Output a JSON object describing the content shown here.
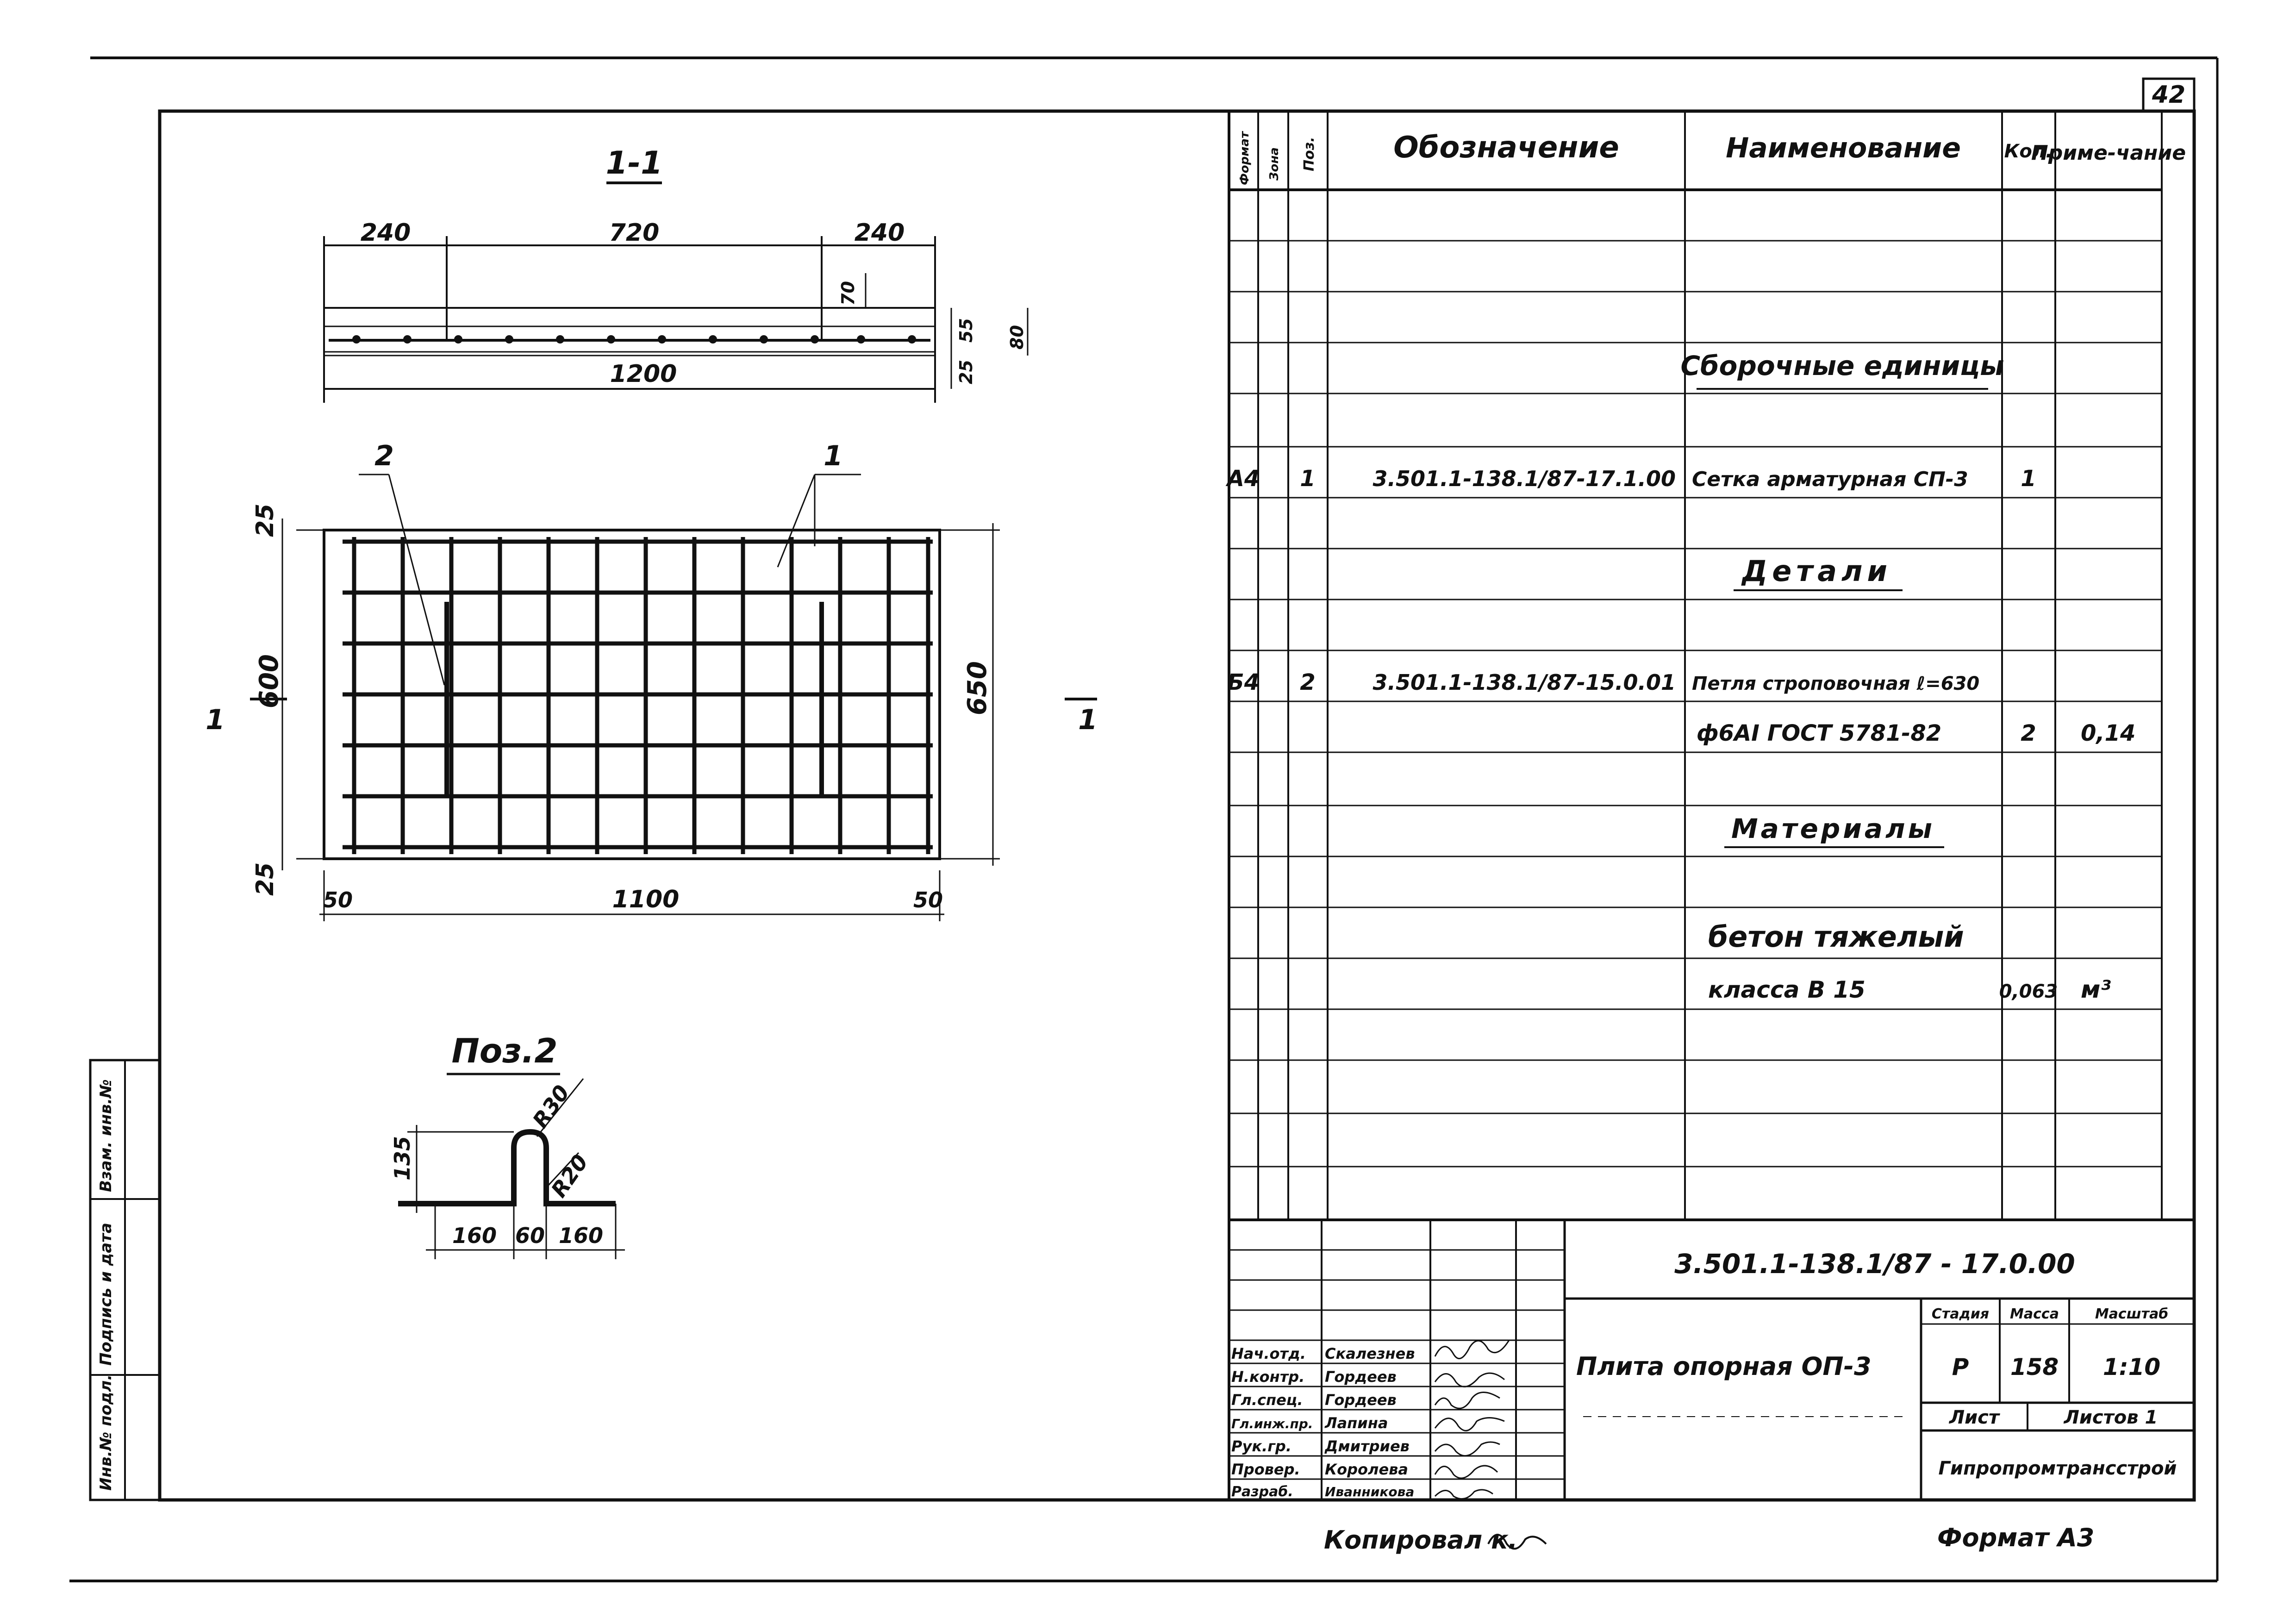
{
  "sheet_number": "42",
  "drawing": {
    "section_label": "1-1",
    "section_marks": [
      "1",
      "1"
    ],
    "pos_labels": [
      "2",
      "1"
    ],
    "dims_top": [
      "240",
      "720",
      "240"
    ],
    "dim_1200": "1200",
    "dims_right": [
      "70",
      "55",
      "80",
      "25"
    ],
    "dims_plan_left": [
      "25",
      "600",
      "25"
    ],
    "dims_plan_bottom": [
      "50",
      "1100",
      "50"
    ],
    "dim_650": "650",
    "pos2_title": "Поз.2",
    "pos2_dims": [
      "135",
      "R30",
      "R20",
      "160",
      "60",
      "160"
    ]
  },
  "spec": {
    "headers": {
      "format": "Формат",
      "zone": "Зона",
      "pos": "Поз.",
      "designation": "Обозначение",
      "name": "Наименование",
      "qty": "Кол.",
      "note": "Приме-чание"
    },
    "sections": {
      "assembly": "Сборочные единицы",
      "details": "Детали",
      "materials": "Материалы"
    },
    "row1": {
      "format": "А4",
      "pos": "1",
      "designation": "3.501.1-138.1/87-17.1.00",
      "name": "Сетка арматурная СП-3",
      "qty": "1"
    },
    "row2": {
      "format": "Б4",
      "pos": "2",
      "designation": "3.501.1-138.1/87-15.0.01",
      "name": "Петля строповочная ℓ=630"
    },
    "row2b": {
      "name": "ф6АI ГОСТ 5781-82",
      "qty": "2",
      "note": "0,14"
    },
    "mat1": {
      "name": "бетон тяжелый"
    },
    "mat2": {
      "name": "класса  В 15",
      "qty": "0,063",
      "note": "м³"
    }
  },
  "title_block": {
    "code": "3.501.1-138.1/87 -   17.0.00",
    "title": "Плита опорная  ОП-3",
    "stage_header": "Стадия",
    "mass_header": "Масса",
    "scale_header": "Масштаб",
    "stage": "Р",
    "mass": "158",
    "scale": "1:10",
    "sheet_label": "Лист",
    "sheets_label": "Листов 1",
    "organization": "Гипропромтрансстрой",
    "roles": [
      "Нач.отд.",
      "Н.контр.",
      "Гл.спец.",
      "Гл.инж.пр.",
      "Рук.гр.",
      "Провер.",
      "Разраб."
    ],
    "names": [
      "Скалезнев",
      "Гордеев",
      "Гордеев",
      "Лапина",
      "Дмитриев",
      "Королева",
      "Иванникова"
    ]
  },
  "left_stamp": [
    "Инв.№ подл.",
    "Подпись и дата",
    "Взам. инв.№"
  ],
  "footer": {
    "copied": "Копировал к. ",
    "format": "Формат А3"
  }
}
